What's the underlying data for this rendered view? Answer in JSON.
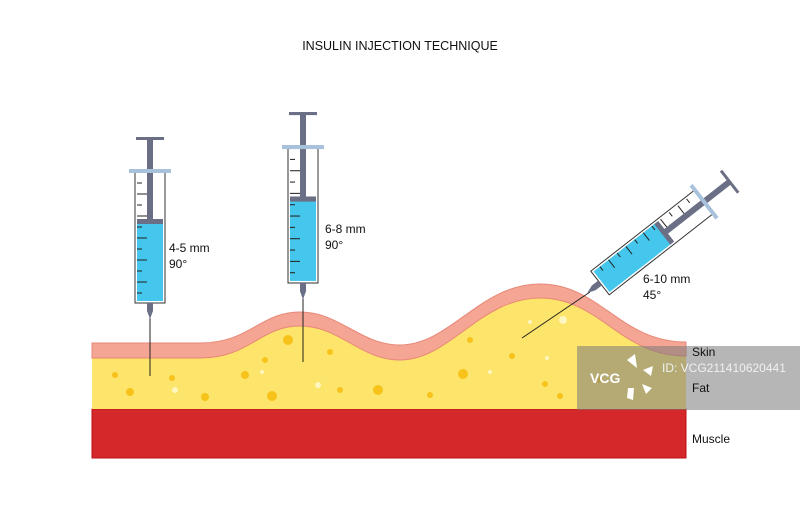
{
  "title": "INSULIN INJECTION TECHNIQUE",
  "syringes": [
    {
      "depth": "4-5 mm",
      "angle": "90°"
    },
    {
      "depth": "6-8 mm",
      "angle": "90°"
    },
    {
      "depth": "6-10 mm",
      "angle": "45°"
    }
  ],
  "layers": {
    "skin": "Skin",
    "fat": "Fat",
    "muscle": "Muscle"
  },
  "watermark": {
    "logo": "VCG",
    "id": "ID: VCG211410620441"
  },
  "colors": {
    "skin": "#f4a594",
    "fat": "#fde46a",
    "muscle": "#d5282a",
    "insulin": "#45c6ec",
    "plunger": "#6b6f86",
    "flange": "#a9c2dc"
  }
}
